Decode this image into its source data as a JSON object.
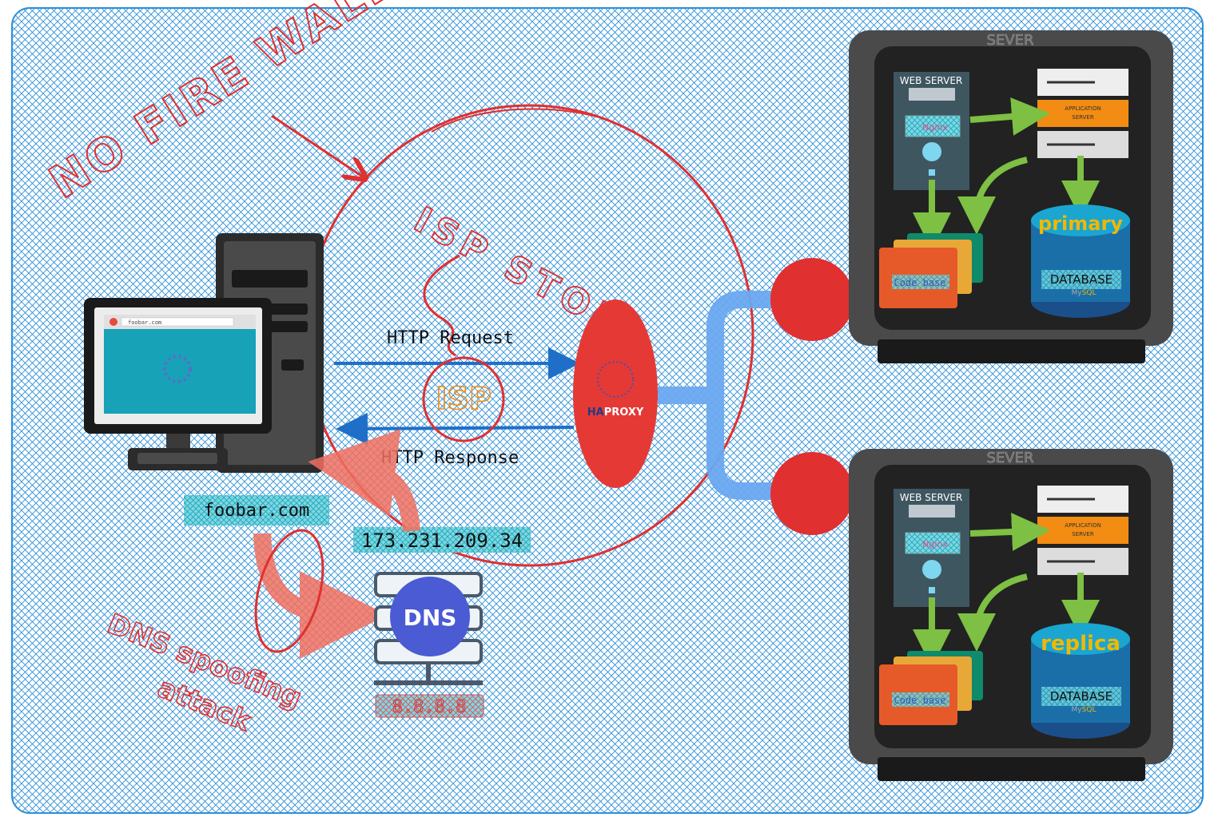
{
  "annotations": {
    "no_firewall": "NO FIRE WALL",
    "isp_stop": "ISP STOP",
    "isp": "ISP",
    "dns_spoofing_line1": "DNS spoofing",
    "dns_spoofing_line2": "attack"
  },
  "client": {
    "browser_url": "foobar.com",
    "domain_label": "foobar.com"
  },
  "traffic": {
    "request_label": "HTTP Request",
    "response_label": "HTTP Response",
    "resolved_ip": "173.231.209.34"
  },
  "dns": {
    "icon_label": "DNS",
    "server_ip": "8.8.8.8"
  },
  "load_balancer": {
    "logo_prefix": "HA",
    "logo_suffix": "PROXY"
  },
  "servers": [
    {
      "title": "SEVER",
      "web_server_label": "WEB SERVER",
      "nginx_label": "Nginx",
      "app_server_line1": "APPLICATION",
      "app_server_line2": "SERVER",
      "codebase_label": "Code base",
      "db_role": "primary",
      "db_label": "DATABASE",
      "db_engine_prefix": "My",
      "db_engine_suffix": "SQL"
    },
    {
      "title": "SEVER",
      "web_server_label": "WEB SERVER",
      "nginx_label": "Nginx",
      "app_server_line1": "APPLICATION",
      "app_server_line2": "SERVER",
      "codebase_label": "Code base",
      "db_role": "replica",
      "db_label": "DATABASE",
      "db_engine_prefix": "My",
      "db_engine_suffix": "SQL"
    }
  ],
  "colors": {
    "background_hatch": "#2b8fd9",
    "annotation_red": "#e03030",
    "haproxy_red": "#e53935",
    "arrow_blue": "#1f6fc9",
    "link_blue": "#6aa8f0",
    "green_arrow": "#7dc043",
    "orange": "#f28c12",
    "teal": "#1aa6b7"
  }
}
